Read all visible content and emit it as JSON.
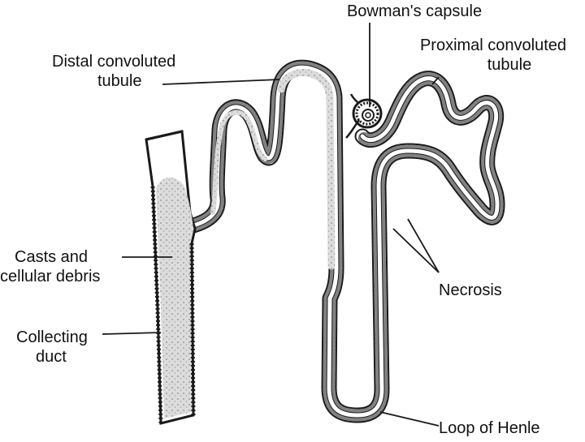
{
  "labels": {
    "bowmans_capsule": "Bowman's capsule",
    "proximal_tubule": [
      "Proximal convoluted",
      "tubule"
    ],
    "distal_tubule": [
      "Distal convoluted",
      "tubule"
    ],
    "casts_debris": [
      "Casts and",
      "cellular debris"
    ],
    "necrosis": "Necrosis",
    "collecting_duct": [
      "Collecting",
      "duct"
    ],
    "loop_of_henle": "Loop of Henle"
  },
  "colors": {
    "ink": "#1a1a1a",
    "wall": "#ffffff",
    "lumen_debris": "#d9d9d9",
    "background": "#ffffff"
  }
}
